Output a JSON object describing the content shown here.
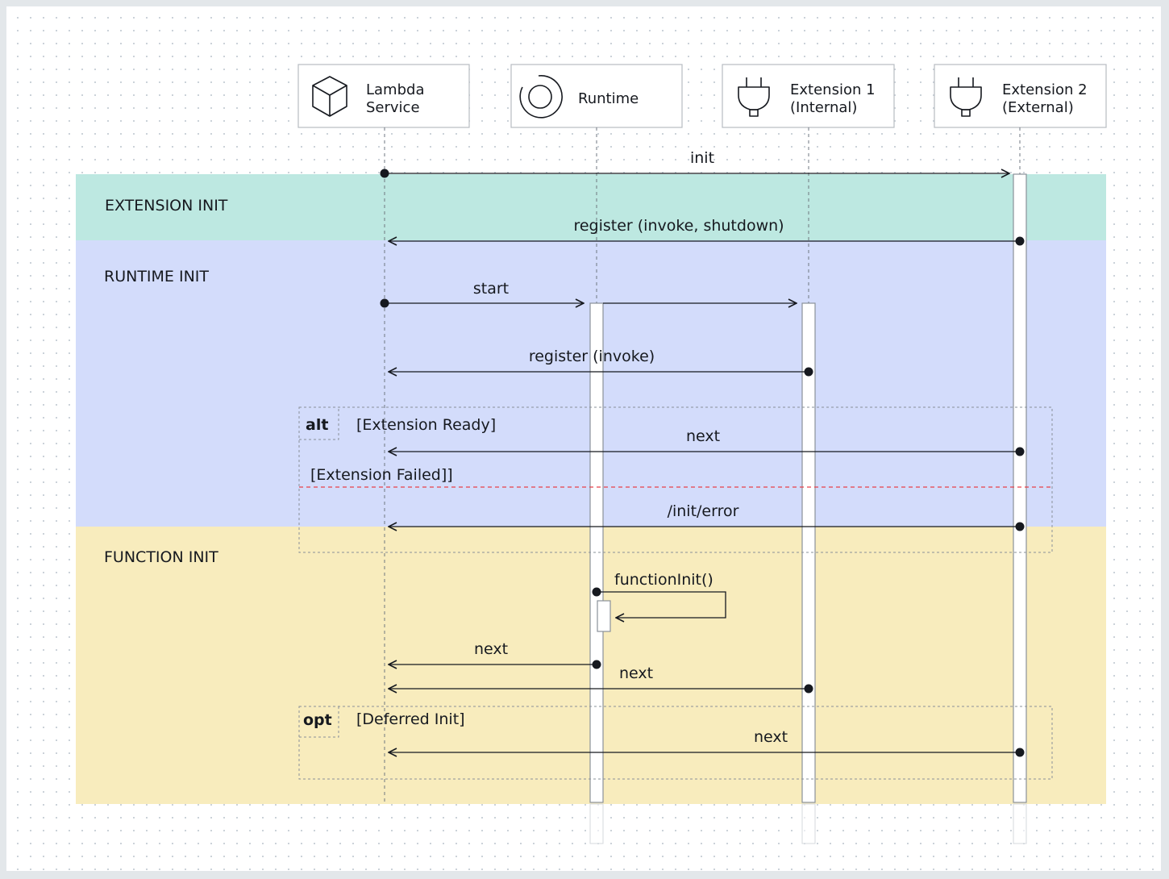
{
  "participants": [
    {
      "id": "lambda",
      "icon": "cube-icon",
      "line1": "Lambda",
      "line2": "Service"
    },
    {
      "id": "runtime",
      "icon": "runtime-ring-icon",
      "line1": "Runtime",
      "line2": ""
    },
    {
      "id": "ext1",
      "icon": "plug-icon",
      "line1": "Extension 1",
      "line2": "(Internal)"
    },
    {
      "id": "ext2",
      "icon": "plug-icon",
      "line1": "Extension 2",
      "line2": "(External)"
    }
  ],
  "regions": [
    {
      "id": "extension_init",
      "label": "EXTENSION INIT",
      "color": "#bde8e1"
    },
    {
      "id": "runtime_init",
      "label": "RUNTIME INIT",
      "color": "#d3dcfb"
    },
    {
      "id": "function_init",
      "label": "FUNCTION INIT",
      "color": "#f8ecbd"
    }
  ],
  "fragments": {
    "alt": {
      "keyword": "alt",
      "guard1": "[Extension Ready]",
      "guard2": "[Extension Failed]]",
      "divider_color": "#e8414a"
    },
    "opt": {
      "keyword": "opt",
      "guard": "[Deferred Init]"
    }
  },
  "messages": [
    {
      "id": "m_init",
      "label": "init",
      "from": "lambda",
      "to": "ext2"
    },
    {
      "id": "m_register_ext2",
      "label": "register (invoke, shutdown)",
      "from": "ext2",
      "to": "lambda"
    },
    {
      "id": "m_start",
      "label": "start",
      "from": "lambda",
      "to": "runtime"
    },
    {
      "id": "m_start_ext1",
      "label": "",
      "from": "runtime",
      "to": "ext1"
    },
    {
      "id": "m_register_ext1",
      "label": "register (invoke)",
      "from": "ext1",
      "to": "lambda"
    },
    {
      "id": "m_next_ready",
      "label": "next",
      "from": "ext2",
      "to": "lambda"
    },
    {
      "id": "m_init_error",
      "label": "/init/error",
      "from": "ext2",
      "to": "lambda"
    },
    {
      "id": "m_function_init",
      "label": "functionInit()",
      "from": "runtime",
      "to": "runtime"
    },
    {
      "id": "m_next_runtime",
      "label": "next",
      "from": "runtime",
      "to": "lambda"
    },
    {
      "id": "m_next_ext1",
      "label": "next",
      "from": "ext1",
      "to": "lambda"
    },
    {
      "id": "m_next_deferred",
      "label": "next",
      "from": "ext2",
      "to": "lambda"
    }
  ]
}
